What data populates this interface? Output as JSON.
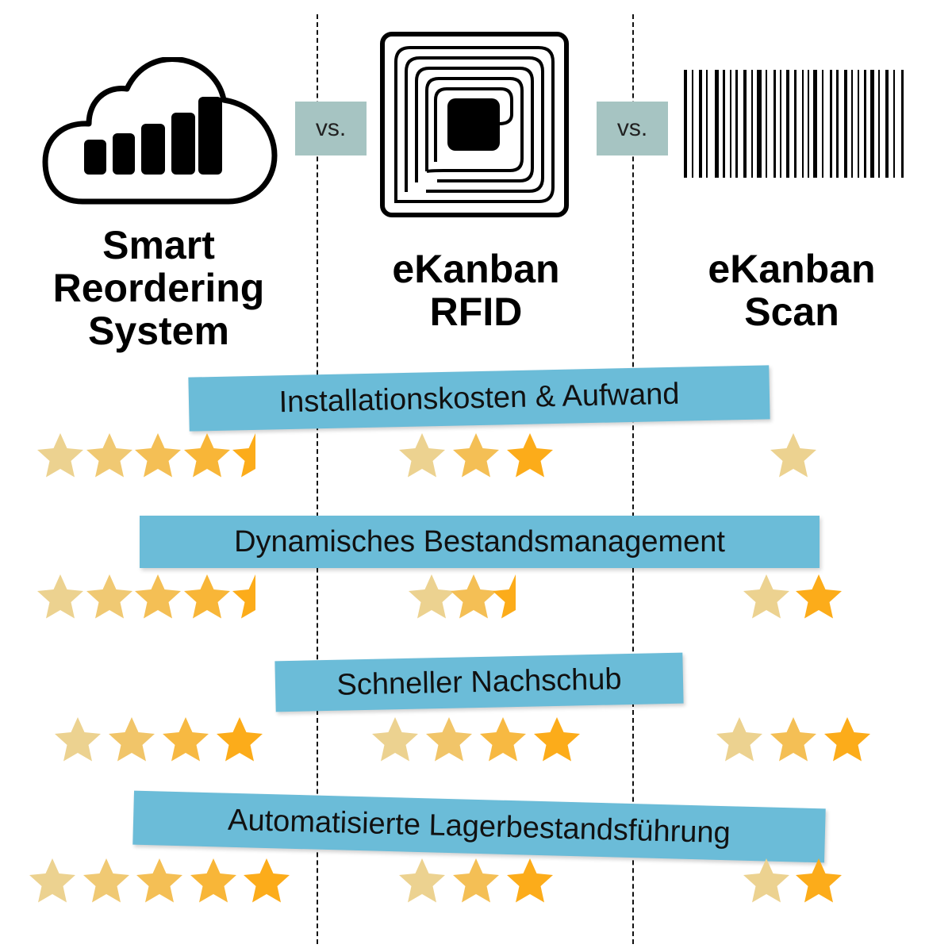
{
  "colors": {
    "banner": "#6bbcd8",
    "vs_box": "#a6c4c2",
    "star_light": "#e9d9a6",
    "star_dark": "#fdaa13"
  },
  "separators": {
    "vs_left": "vs.",
    "vs_right": "vs."
  },
  "columns": [
    {
      "icon": "cloud-signal-bars-icon",
      "title_lines": [
        "Smart",
        "Reordering",
        "System"
      ]
    },
    {
      "icon": "rfid-chip-icon",
      "title_lines": [
        "eKanban",
        "RFID"
      ]
    },
    {
      "icon": "barcode-icon",
      "title_lines": [
        "eKanban",
        "Scan"
      ]
    }
  ],
  "criteria": [
    {
      "label": "Installationskosten & Aufwand",
      "ratings": [
        4.5,
        3,
        1
      ]
    },
    {
      "label": "Dynamisches Bestandsmanagement",
      "ratings": [
        4.5,
        2.5,
        2
      ]
    },
    {
      "label": "Schneller Nachschub",
      "ratings": [
        4,
        4,
        3
      ]
    },
    {
      "label": "Automatisierte Lagerbestandsführung",
      "ratings": [
        5,
        3,
        2
      ]
    }
  ]
}
